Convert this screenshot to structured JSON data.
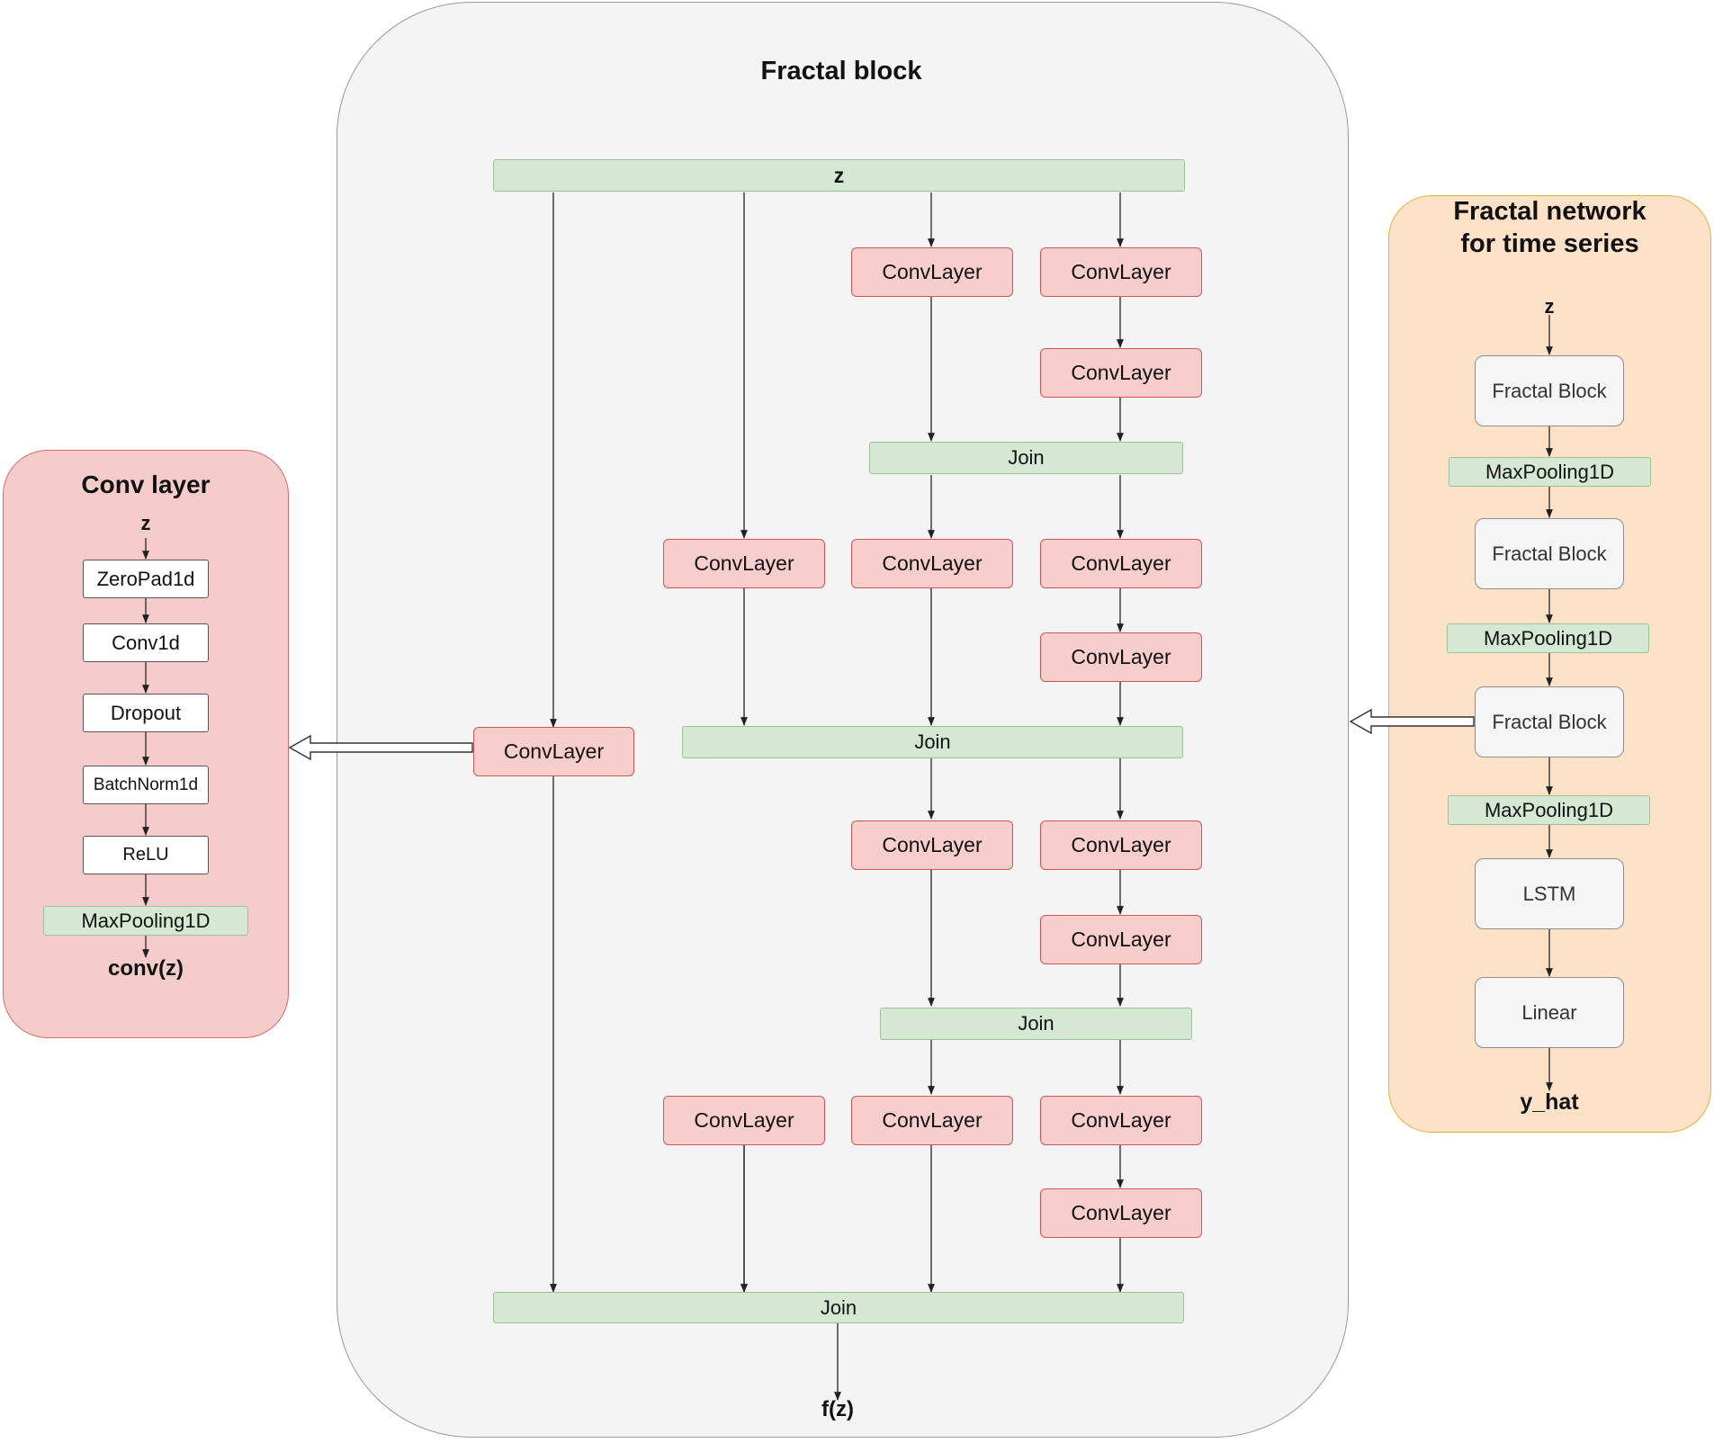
{
  "fractal_block": {
    "title": "Fractal block",
    "input": "z",
    "output": "f(z)",
    "conv_label": "ConvLayer",
    "join_label": "Join"
  },
  "conv_layer": {
    "title": "Conv layer",
    "input": "z",
    "output": "conv(z)",
    "steps": [
      "ZeroPad1d",
      "Conv1d",
      "Dropout",
      "BatchNorm1d",
      "ReLU",
      "MaxPooling1D"
    ]
  },
  "fractal_network": {
    "title_line1": "Fractal network",
    "title_line2": "for time series",
    "input": "z",
    "output": "y_hat",
    "steps": [
      "Fractal Block",
      "MaxPooling1D",
      "Fractal Block",
      "MaxPooling1D",
      "Fractal Block",
      "MaxPooling1D",
      "LSTM",
      "Linear"
    ]
  },
  "colors": {
    "conv_fill": "#f8cecc",
    "conv_stroke": "#cd5656",
    "join_fill": "#d5e8d4",
    "join_stroke": "#9dc393",
    "fractal_panel": "#f4f4f4",
    "conv_panel": "#f6cccb",
    "network_panel": "#fde2c8"
  }
}
